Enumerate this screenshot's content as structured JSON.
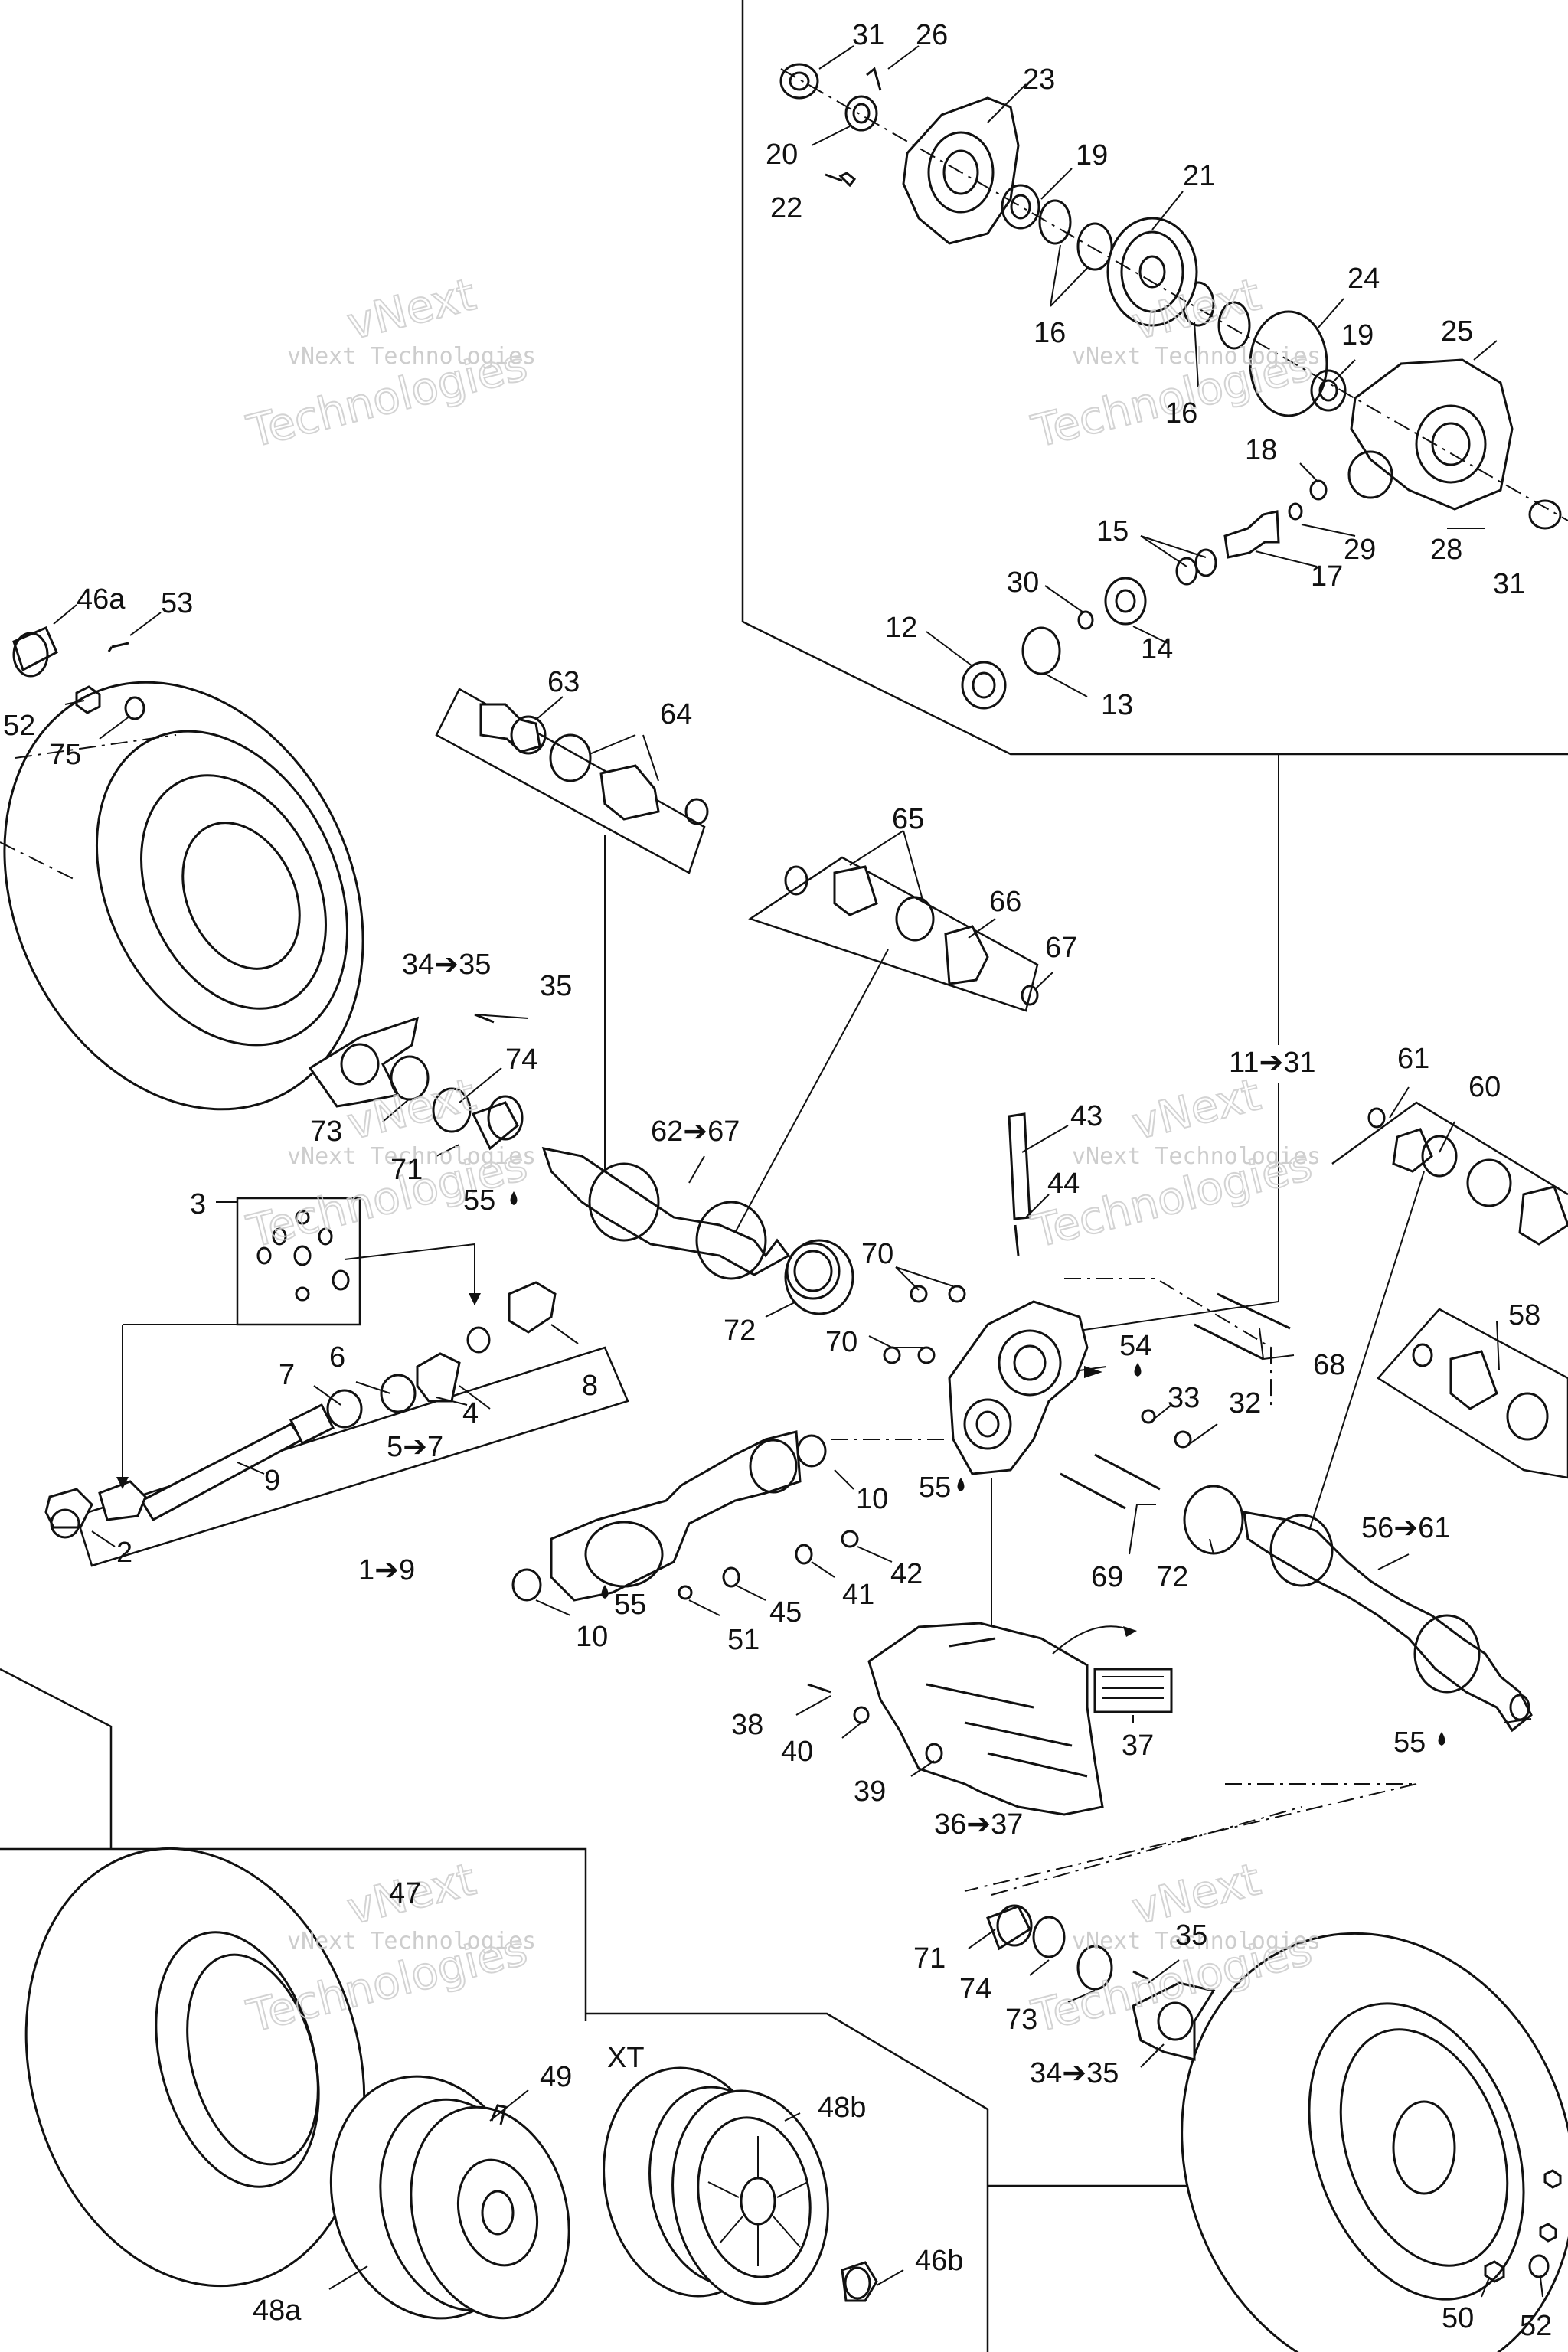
{
  "watermark": {
    "line1": "vNext",
    "line2": "vNext Technologies",
    "line3": "Technologies"
  },
  "variant_label": "XT",
  "callouts": [
    {
      "id": "c31a",
      "text": "31"
    },
    {
      "id": "c26",
      "text": "26"
    },
    {
      "id": "c23",
      "text": "23"
    },
    {
      "id": "c20",
      "text": "20"
    },
    {
      "id": "c19a",
      "text": "19"
    },
    {
      "id": "c22",
      "text": "22"
    },
    {
      "id": "c21",
      "text": "21"
    },
    {
      "id": "c16a",
      "text": "16"
    },
    {
      "id": "c24",
      "text": "24"
    },
    {
      "id": "c16b",
      "text": "16"
    },
    {
      "id": "c19b",
      "text": "19"
    },
    {
      "id": "c25",
      "text": "25"
    },
    {
      "id": "c18",
      "text": "18"
    },
    {
      "id": "c15",
      "text": "15"
    },
    {
      "id": "c29",
      "text": "29"
    },
    {
      "id": "c28",
      "text": "28"
    },
    {
      "id": "c17",
      "text": "17"
    },
    {
      "id": "c31b",
      "text": "31"
    },
    {
      "id": "c30",
      "text": "30"
    },
    {
      "id": "c14",
      "text": "14"
    },
    {
      "id": "c12",
      "text": "12"
    },
    {
      "id": "c13",
      "text": "13"
    },
    {
      "id": "c46a",
      "text": "46a"
    },
    {
      "id": "c53a",
      "text": "53"
    },
    {
      "id": "c52a",
      "text": "52"
    },
    {
      "id": "c75",
      "text": "75"
    },
    {
      "id": "c63",
      "text": "63"
    },
    {
      "id": "c64",
      "text": "64"
    },
    {
      "id": "c65",
      "text": "65"
    },
    {
      "id": "c66",
      "text": "66"
    },
    {
      "id": "c67",
      "text": "67"
    },
    {
      "id": "c3435a",
      "text": "34➔35"
    },
    {
      "id": "c35a",
      "text": "35"
    },
    {
      "id": "c74a",
      "text": "74"
    },
    {
      "id": "c73a",
      "text": "73"
    },
    {
      "id": "c71a",
      "text": "71"
    },
    {
      "id": "c6267",
      "text": "62➔67"
    },
    {
      "id": "c55a",
      "text": "55"
    },
    {
      "id": "c1131",
      "text": "11➔31"
    },
    {
      "id": "c61",
      "text": "61"
    },
    {
      "id": "c60",
      "text": "60"
    },
    {
      "id": "c43",
      "text": "43"
    },
    {
      "id": "c44",
      "text": "44"
    },
    {
      "id": "c3",
      "text": "3"
    },
    {
      "id": "c70a",
      "text": "70"
    },
    {
      "id": "c72a",
      "text": "72"
    },
    {
      "id": "c54",
      "text": "54"
    },
    {
      "id": "c70b",
      "text": "70"
    },
    {
      "id": "c68",
      "text": "68"
    },
    {
      "id": "c58",
      "text": "58"
    },
    {
      "id": "c6",
      "text": "6"
    },
    {
      "id": "c7",
      "text": "7"
    },
    {
      "id": "c8",
      "text": "8"
    },
    {
      "id": "c4",
      "text": "4"
    },
    {
      "id": "c57",
      "text": "5➔7"
    },
    {
      "id": "c33",
      "text": "33"
    },
    {
      "id": "c32",
      "text": "32"
    },
    {
      "id": "c9",
      "text": "9"
    },
    {
      "id": "c55b",
      "text": "55"
    },
    {
      "id": "c10a",
      "text": "10"
    },
    {
      "id": "c5661",
      "text": "56➔61"
    },
    {
      "id": "c2",
      "text": "2"
    },
    {
      "id": "c42",
      "text": "42"
    },
    {
      "id": "c19to9",
      "text": "1➔9"
    },
    {
      "id": "c69",
      "text": "69"
    },
    {
      "id": "c72b",
      "text": "72"
    },
    {
      "id": "c41",
      "text": "41"
    },
    {
      "id": "c55c",
      "text": "55"
    },
    {
      "id": "c45",
      "text": "45"
    },
    {
      "id": "c10b",
      "text": "10"
    },
    {
      "id": "c51",
      "text": "51"
    },
    {
      "id": "c38",
      "text": "38"
    },
    {
      "id": "c37",
      "text": "37"
    },
    {
      "id": "c55d",
      "text": "55"
    },
    {
      "id": "c40",
      "text": "40"
    },
    {
      "id": "c39",
      "text": "39"
    },
    {
      "id": "c3637",
      "text": "36➔37"
    },
    {
      "id": "c47",
      "text": "47"
    },
    {
      "id": "c35b",
      "text": "35"
    },
    {
      "id": "c71b",
      "text": "71"
    },
    {
      "id": "c74b",
      "text": "74"
    },
    {
      "id": "c73b",
      "text": "73"
    },
    {
      "id": "c3435b",
      "text": "34➔35"
    },
    {
      "id": "c49",
      "text": "49"
    },
    {
      "id": "c48b",
      "text": "48b"
    },
    {
      "id": "c46b",
      "text": "46b"
    },
    {
      "id": "c48a",
      "text": "48a"
    },
    {
      "id": "c50",
      "text": "50"
    },
    {
      "id": "c52b",
      "text": "52"
    }
  ]
}
